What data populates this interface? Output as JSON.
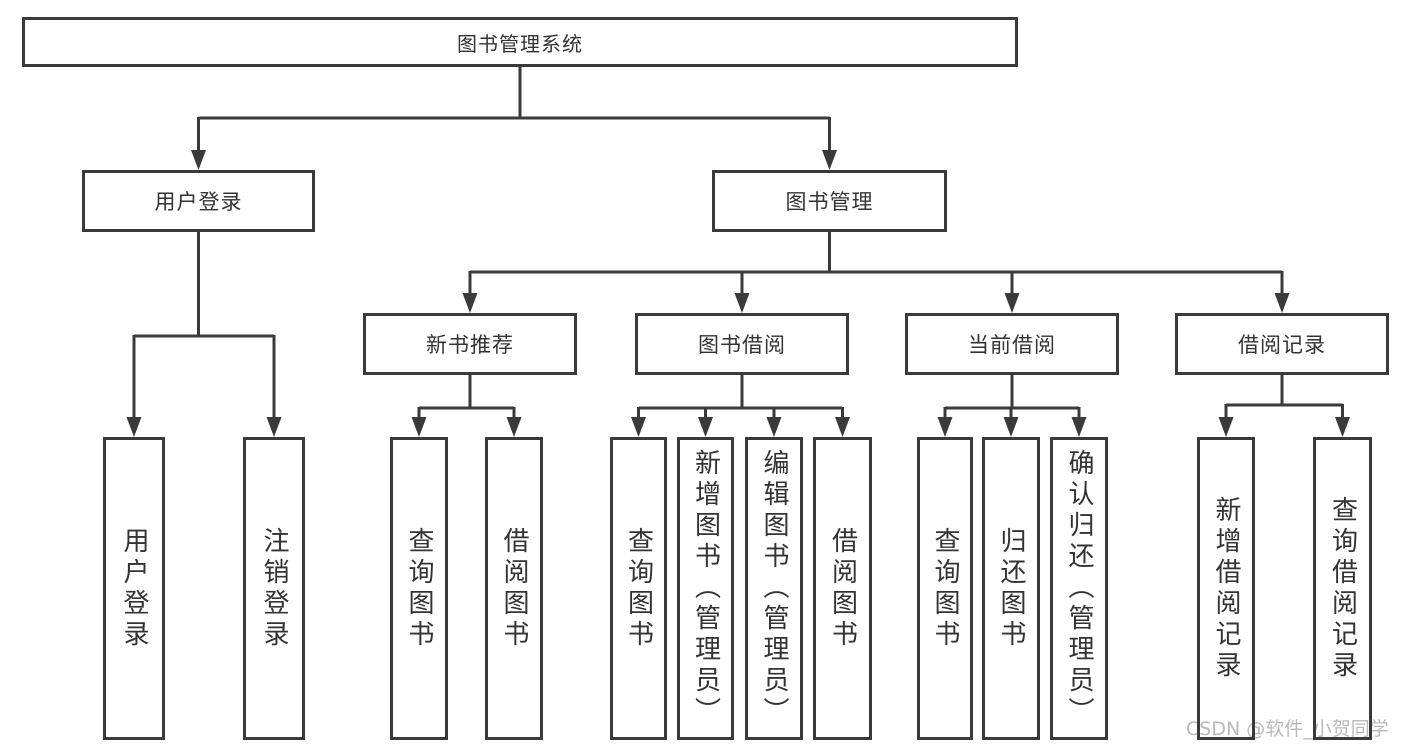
{
  "diagram": {
    "root": {
      "label": "图书管理系统"
    },
    "level2": [
      {
        "label": "用户登录"
      },
      {
        "label": "图书管理"
      }
    ],
    "level3": [
      {
        "label": "新书推荐"
      },
      {
        "label": "图书借阅"
      },
      {
        "label": "当前借阅"
      },
      {
        "label": "借阅记录"
      }
    ],
    "leaves": {
      "user_login": [
        {
          "label": "用户登录"
        },
        {
          "label": "注销登录"
        }
      ],
      "new_book": [
        {
          "label": "查询图书"
        },
        {
          "label": "借阅图书"
        }
      ],
      "book_borrow": [
        {
          "label": "查询图书"
        },
        {
          "label": "新增图书（管理员）"
        },
        {
          "label": "编辑图书（管理员）"
        },
        {
          "label": "借阅图书"
        }
      ],
      "current_borrow": [
        {
          "label": "查询图书"
        },
        {
          "label": "归还图书"
        },
        {
          "label": "确认归还（管理员）"
        }
      ],
      "borrow_record": [
        {
          "label": "新增借阅记录"
        },
        {
          "label": "查询借阅记录"
        }
      ]
    }
  },
  "watermark": {
    "text": "CSDN @软件_小贺同学"
  },
  "colors": {
    "line": "#3a3a3a",
    "text": "#333333",
    "background": "#ffffff",
    "watermark": "#b9b9b9"
  }
}
